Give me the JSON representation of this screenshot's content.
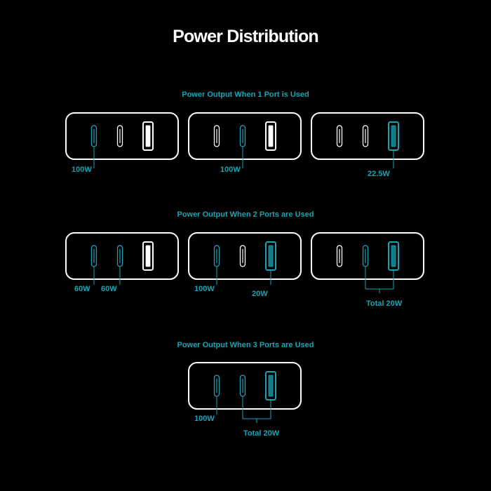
{
  "title": "Power Distribution",
  "colors": {
    "background": "#000000",
    "title": "#ffffff",
    "accent": "#1aa4b3",
    "outline": "#ffffff",
    "inactive_port": "#ffffff",
    "active_usb_a_fill": "#0f7d89"
  },
  "sections": [
    {
      "heading": "Power Output When 1 Port is Used",
      "configs": [
        {
          "ports": [
            {
              "type": "usb-c",
              "active": true
            },
            {
              "type": "usb-c",
              "active": false
            },
            {
              "type": "usb-a",
              "active": false
            }
          ],
          "labels": [
            "100W"
          ]
        },
        {
          "ports": [
            {
              "type": "usb-c",
              "active": false
            },
            {
              "type": "usb-c",
              "active": true
            },
            {
              "type": "usb-a",
              "active": false
            }
          ],
          "labels": [
            "100W"
          ]
        },
        {
          "ports": [
            {
              "type": "usb-c",
              "active": false
            },
            {
              "type": "usb-c",
              "active": false
            },
            {
              "type": "usb-a",
              "active": true
            }
          ],
          "labels": [
            "22.5W"
          ]
        }
      ]
    },
    {
      "heading": "Power Output When 2 Ports are Used",
      "configs": [
        {
          "ports": [
            {
              "type": "usb-c",
              "active": true
            },
            {
              "type": "usb-c",
              "active": true
            },
            {
              "type": "usb-a",
              "active": false
            }
          ],
          "labels": [
            "60W",
            "60W"
          ]
        },
        {
          "ports": [
            {
              "type": "usb-c",
              "active": true
            },
            {
              "type": "usb-c",
              "active": false
            },
            {
              "type": "usb-a",
              "active": true
            }
          ],
          "labels": [
            "100W",
            "20W"
          ]
        },
        {
          "ports": [
            {
              "type": "usb-c",
              "active": false
            },
            {
              "type": "usb-c",
              "active": true
            },
            {
              "type": "usb-a",
              "active": true
            }
          ],
          "labels": [
            "Total 20W"
          ]
        }
      ]
    },
    {
      "heading": "Power Output When 3 Ports are Used",
      "configs": [
        {
          "ports": [
            {
              "type": "usb-c",
              "active": true
            },
            {
              "type": "usb-c",
              "active": true
            },
            {
              "type": "usb-a",
              "active": true
            }
          ],
          "labels": [
            "100W",
            "Total 20W"
          ]
        }
      ]
    }
  ]
}
